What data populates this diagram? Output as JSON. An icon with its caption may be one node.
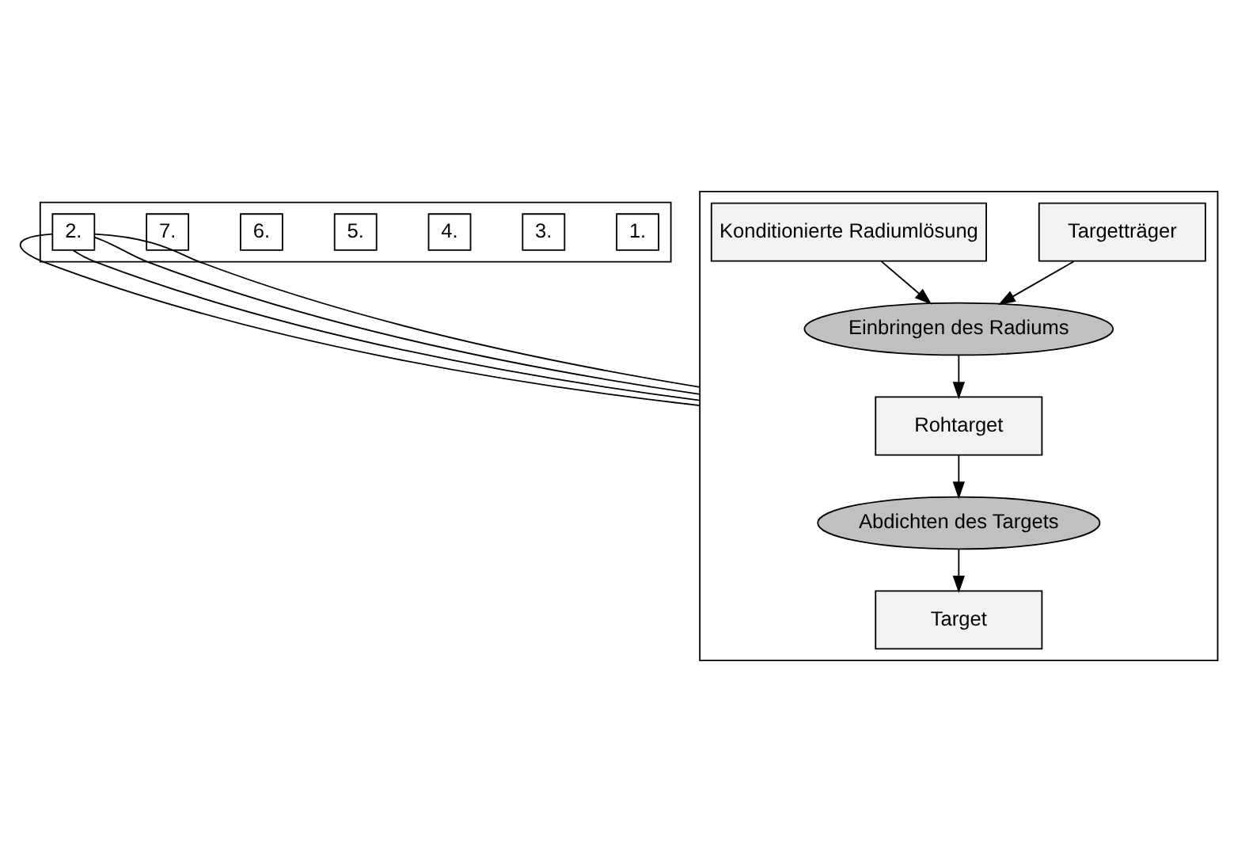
{
  "diagram": {
    "nodes": [
      {
        "text": [],
        "shape": "box"
      },
      {
        "text": [
          "1."
        ],
        "in": 0
      },
      {
        "text": [
          "2."
        ],
        "in": 0
      },
      {
        "text": [
          "3."
        ],
        "in": 0
      },
      {
        "text": [
          "4."
        ],
        "in": 0
      },
      {
        "text": [
          "5."
        ],
        "in": 0
      },
      {
        "text": [
          "6."
        ],
        "in": 0
      },
      {
        "text": [
          "7."
        ],
        "in": 0
      },
      {
        "text": [],
        "shape": "box"
      },
      {
        "text": [
          "Targetträger"
        ],
        "in": 8
      },
      {
        "text": [
          "Konditionierte Radiumlösung"
        ],
        "in": 8
      },
      {
        "text": [
          "Einbringen des Radiums"
        ],
        "in": 8
      },
      {
        "text": [
          "Rohtarget"
        ],
        "in": 8
      },
      {
        "text": [
          "Abdichten des Targets"
        ],
        "in": 8
      },
      {
        "text": [
          "Target"
        ],
        "in": 8
      }
    ],
    "edges": [
      {
        "from": 9,
        "to": 11,
        "arrow": "to"
      },
      {
        "from": 10,
        "to": 11,
        "arrow": "to"
      },
      {
        "from": 11,
        "to": 12,
        "arrow": "to"
      },
      {
        "from": 12,
        "to": 13,
        "arrow": "to"
      },
      {
        "from": 13,
        "to": 14,
        "arrow": "to"
      },
      {
        "from": 2,
        "to": 8,
        "arrow": "none"
      },
      {
        "from": 2,
        "to": 8,
        "arrow": "none"
      },
      {
        "from": 2,
        "to": 8,
        "arrow": "none"
      },
      {
        "from": 2,
        "to": 8,
        "arrow": "none"
      }
    ]
  }
}
